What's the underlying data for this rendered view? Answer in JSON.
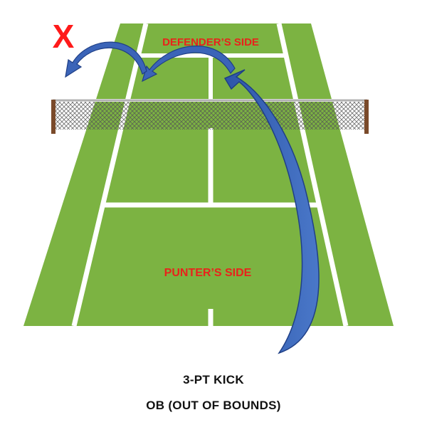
{
  "court": {
    "defender_label": "DEFENDER’S SIDE",
    "punter_label": "PUNTER’S SIDE",
    "miss_mark": "X"
  },
  "captions": {
    "line1": "3-PT KICK",
    "line2": "OB (OUT OF BOUNDS)"
  },
  "colors": {
    "court_green": "#7cb342",
    "line_white": "#ffffff",
    "label_red": "#e8231b",
    "arrow_blue": "#3b64b8",
    "arrow_dark": "#1f3f86",
    "net_post": "#7a4a2a"
  }
}
